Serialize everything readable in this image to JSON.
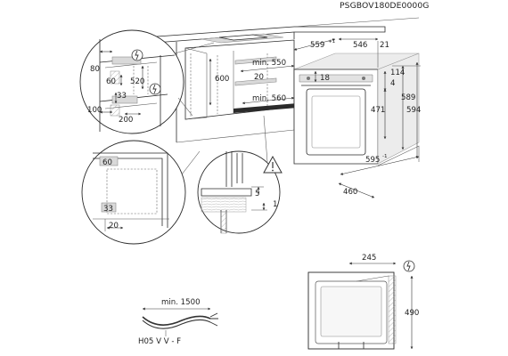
{
  "model_code": "PSGBOV180DE0000G",
  "cabinet_detail": {
    "dims": [
      "80",
      "60",
      "520",
      "33",
      "100",
      "200",
      "600",
      "min. 550",
      "20",
      "min. 560"
    ]
  },
  "oven_front": {
    "dims": [
      "559",
      "+1",
      "546",
      "21",
      "18",
      "114",
      "4",
      "471",
      "589",
      "594",
      "595",
      "-1",
      "460"
    ]
  },
  "bottom_section_detail": {
    "dims": [
      "60",
      "33",
      "20"
    ]
  },
  "lower_detail": {
    "dims": [
      "5",
      "1"
    ]
  },
  "cable": {
    "length_label": "min. 1500",
    "type_label": "H05 V V - F"
  },
  "rear_view": {
    "dims": [
      "245",
      "490"
    ]
  },
  "icons": [
    "warning-triangle-icon",
    "electric-plug-icon"
  ]
}
